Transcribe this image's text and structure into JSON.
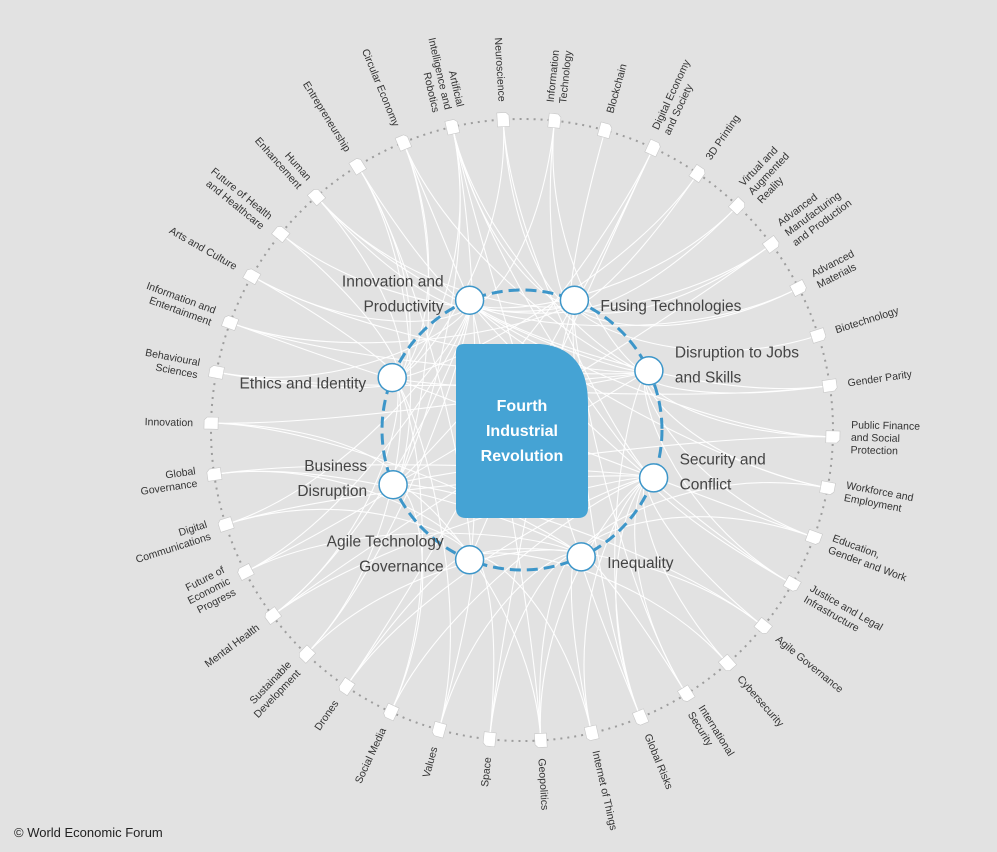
{
  "center": {
    "label": "Fourth\nIndustrial\nRevolution",
    "color": "#45a3d4"
  },
  "colors": {
    "accent": "#3d96c9",
    "link": "#ffffff",
    "ring": "#9d9d9d",
    "label": "#333333"
  },
  "hubs": [
    {
      "id": "innovation",
      "label": [
        "Innovation and",
        "Productivity"
      ]
    },
    {
      "id": "fusing",
      "label": [
        "Fusing Technologies"
      ]
    },
    {
      "id": "jobs",
      "label": [
        "Disruption to Jobs",
        "and Skills"
      ]
    },
    {
      "id": "security",
      "label": [
        "Security and",
        "Conflict"
      ]
    },
    {
      "id": "inequality",
      "label": [
        "Inequality"
      ]
    },
    {
      "id": "agile",
      "label": [
        "Agile Technology",
        "Governance"
      ]
    },
    {
      "id": "business",
      "label": [
        "Business",
        "Disruption"
      ]
    },
    {
      "id": "ethics",
      "label": [
        "Ethics and Identity"
      ]
    }
  ],
  "topics": [
    {
      "label": [
        "Information",
        "Technology"
      ]
    },
    {
      "label": [
        "Blockchain"
      ]
    },
    {
      "label": [
        "Digital Economy",
        "and Society"
      ]
    },
    {
      "label": [
        "3D Printing"
      ]
    },
    {
      "label": [
        "Virtual and",
        "Augmented",
        "Reality"
      ]
    },
    {
      "label": [
        "Advanced",
        "Manufacturing",
        "and Production"
      ]
    },
    {
      "label": [
        "Advanced",
        "Materials"
      ]
    },
    {
      "label": [
        "Biotechnology"
      ]
    },
    {
      "label": [
        "Gender Parity"
      ]
    },
    {
      "label": [
        "Public Finance",
        "and Social",
        "Protection"
      ]
    },
    {
      "label": [
        "Workforce and",
        "Employment"
      ]
    },
    {
      "label": [
        "Education,",
        "Gender and Work"
      ]
    },
    {
      "label": [
        "Justice and Legal",
        "Infrastructure"
      ]
    },
    {
      "label": [
        "Agile Governance"
      ]
    },
    {
      "label": [
        "Cybersecurity"
      ]
    },
    {
      "label": [
        "International",
        "Security"
      ]
    },
    {
      "label": [
        "Global Risks"
      ]
    },
    {
      "label": [
        "Internet of Things"
      ]
    },
    {
      "label": [
        "Geopolitics"
      ]
    },
    {
      "label": [
        "Space"
      ]
    },
    {
      "label": [
        "Values"
      ]
    },
    {
      "label": [
        "Social Media"
      ]
    },
    {
      "label": [
        "Drones"
      ]
    },
    {
      "label": [
        "Sustainable",
        "Development"
      ]
    },
    {
      "label": [
        "Mental Health"
      ]
    },
    {
      "label": [
        "Future of",
        "Economic",
        "Progress"
      ]
    },
    {
      "label": [
        "Digital",
        "Communications"
      ]
    },
    {
      "label": [
        "Global",
        "Governance"
      ]
    },
    {
      "label": [
        "Innovation"
      ]
    },
    {
      "label": [
        "Behavioural",
        "Sciences"
      ]
    },
    {
      "label": [
        "Information and",
        "Entertainment"
      ]
    },
    {
      "label": [
        "Arts and Culture"
      ]
    },
    {
      "label": [
        "Future of Health",
        "and Healthcare"
      ]
    },
    {
      "label": [
        "Human",
        "Enhancement"
      ]
    },
    {
      "label": [
        "Entrepreneurship"
      ]
    },
    {
      "label": [
        "Circular Economy"
      ]
    },
    {
      "label": [
        "Artificial",
        "Intelligence and",
        "Robotics"
      ]
    },
    {
      "label": [
        "Neuroscience"
      ]
    }
  ],
  "links": [
    [
      0,
      1
    ],
    [
      0,
      2
    ],
    [
      0,
      0
    ],
    [
      1,
      1
    ],
    [
      2,
      1
    ],
    [
      3,
      1
    ],
    [
      4,
      1
    ],
    [
      5,
      1
    ],
    [
      6,
      1
    ],
    [
      7,
      1
    ],
    [
      8,
      2
    ],
    [
      9,
      2
    ],
    [
      10,
      2
    ],
    [
      11,
      2
    ],
    [
      12,
      2
    ],
    [
      16,
      2
    ],
    [
      29,
      2
    ],
    [
      31,
      2
    ],
    [
      36,
      2
    ],
    [
      9,
      6
    ],
    [
      10,
      4
    ],
    [
      12,
      3
    ],
    [
      13,
      3
    ],
    [
      14,
      3
    ],
    [
      15,
      3
    ],
    [
      16,
      3
    ],
    [
      17,
      3
    ],
    [
      18,
      3
    ],
    [
      21,
      3
    ],
    [
      22,
      3
    ],
    [
      24,
      3
    ],
    [
      26,
      3
    ],
    [
      27,
      3
    ],
    [
      36,
      3
    ],
    [
      37,
      3
    ],
    [
      11,
      4
    ],
    [
      15,
      4
    ],
    [
      16,
      4
    ],
    [
      17,
      4
    ],
    [
      18,
      4
    ],
    [
      19,
      4
    ],
    [
      20,
      4
    ],
    [
      23,
      4
    ],
    [
      25,
      4
    ],
    [
      27,
      4
    ],
    [
      28,
      4
    ],
    [
      36,
      4
    ],
    [
      13,
      5
    ],
    [
      14,
      5
    ],
    [
      17,
      5
    ],
    [
      19,
      5
    ],
    [
      20,
      5
    ],
    [
      22,
      5
    ],
    [
      26,
      5
    ],
    [
      27,
      5
    ],
    [
      36,
      5
    ],
    [
      2,
      5
    ],
    [
      34,
      5
    ],
    [
      2,
      6
    ],
    [
      5,
      6
    ],
    [
      13,
      6
    ],
    [
      21,
      6
    ],
    [
      25,
      6
    ],
    [
      28,
      6
    ],
    [
      34,
      6
    ],
    [
      35,
      6
    ],
    [
      36,
      6
    ],
    [
      18,
      6
    ],
    [
      20,
      7
    ],
    [
      21,
      7
    ],
    [
      24,
      7
    ],
    [
      29,
      7
    ],
    [
      30,
      7
    ],
    [
      31,
      7
    ],
    [
      32,
      7
    ],
    [
      33,
      7
    ],
    [
      34,
      7
    ],
    [
      35,
      7
    ],
    [
      36,
      7
    ],
    [
      37,
      7
    ],
    [
      3,
      7
    ],
    [
      8,
      7
    ],
    [
      11,
      7
    ],
    [
      23,
      7
    ],
    [
      33,
      0
    ],
    [
      34,
      0
    ],
    [
      35,
      0
    ],
    [
      4,
      0
    ],
    [
      5,
      0
    ],
    [
      6,
      0
    ],
    [
      8,
      0
    ],
    [
      9,
      0
    ],
    [
      10,
      0
    ],
    [
      12,
      0
    ],
    [
      18,
      0
    ],
    [
      23,
      0
    ],
    [
      25,
      0
    ],
    [
      26,
      0
    ],
    [
      29,
      0
    ],
    [
      31,
      0
    ],
    [
      24,
      0
    ],
    [
      32,
      1
    ],
    [
      36,
      1
    ],
    [
      37,
      1
    ],
    [
      30,
      1
    ],
    [
      15,
      1
    ],
    [
      16,
      1
    ],
    [
      19,
      1
    ],
    [
      22,
      1
    ],
    [
      33,
      1
    ],
    [
      30,
      2
    ],
    [
      33,
      2
    ],
    [
      35,
      2
    ],
    [
      24,
      2
    ],
    [
      28,
      2
    ]
  ],
  "copyright": "© World Economic Forum"
}
